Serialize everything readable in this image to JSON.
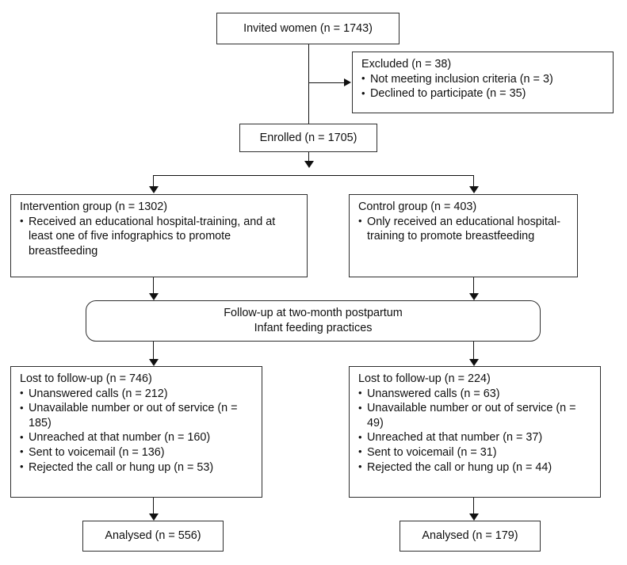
{
  "diagram": {
    "type": "consort-flow-diagram",
    "nodes": {
      "invited": {
        "label": "Invited women (n = 1743)"
      },
      "excluded": {
        "title": "Excluded (n = 38)",
        "items": [
          "Not meeting inclusion criteria (n = 3)",
          "Declined to participate (n = 35)"
        ]
      },
      "enrolled": {
        "label": "Enrolled (n = 1705)"
      },
      "intervention": {
        "title": "Intervention group (n = 1302)",
        "items": [
          "Received an educational hospital-training, and at least one of five infographics to promote breastfeeding"
        ]
      },
      "control": {
        "title": "Control group (n = 403)",
        "items": [
          "Only received an educational hospital-training to promote breastfeeding"
        ]
      },
      "followup": {
        "line1": "Follow-up at two-month postpartum",
        "line2": "Infant feeding practices"
      },
      "lost_intervention": {
        "title": "Lost to follow-up (n = 746)",
        "items": [
          "Unanswered calls (n = 212)",
          "Unavailable number or out of service (n = 185)",
          "Unreached at that number (n = 160)",
          "Sent to voicemail (n = 136)",
          "Rejected the call or hung up (n = 53)"
        ]
      },
      "lost_control": {
        "title": "Lost to follow-up (n = 224)",
        "items": [
          "Unanswered calls (n = 63)",
          "Unavailable number or out of service (n = 49)",
          "Unreached at that number (n = 37)",
          "Sent to voicemail (n = 31)",
          "Rejected the call or hung up (n = 44)"
        ]
      },
      "analysed_intervention": {
        "label": "Analysed (n = 556)"
      },
      "analysed_control": {
        "label": "Analysed (n = 179)"
      }
    },
    "colors": {
      "line": "#111111",
      "border": "#2e2e2e",
      "text": "#101010",
      "background": "#ffffff"
    }
  }
}
